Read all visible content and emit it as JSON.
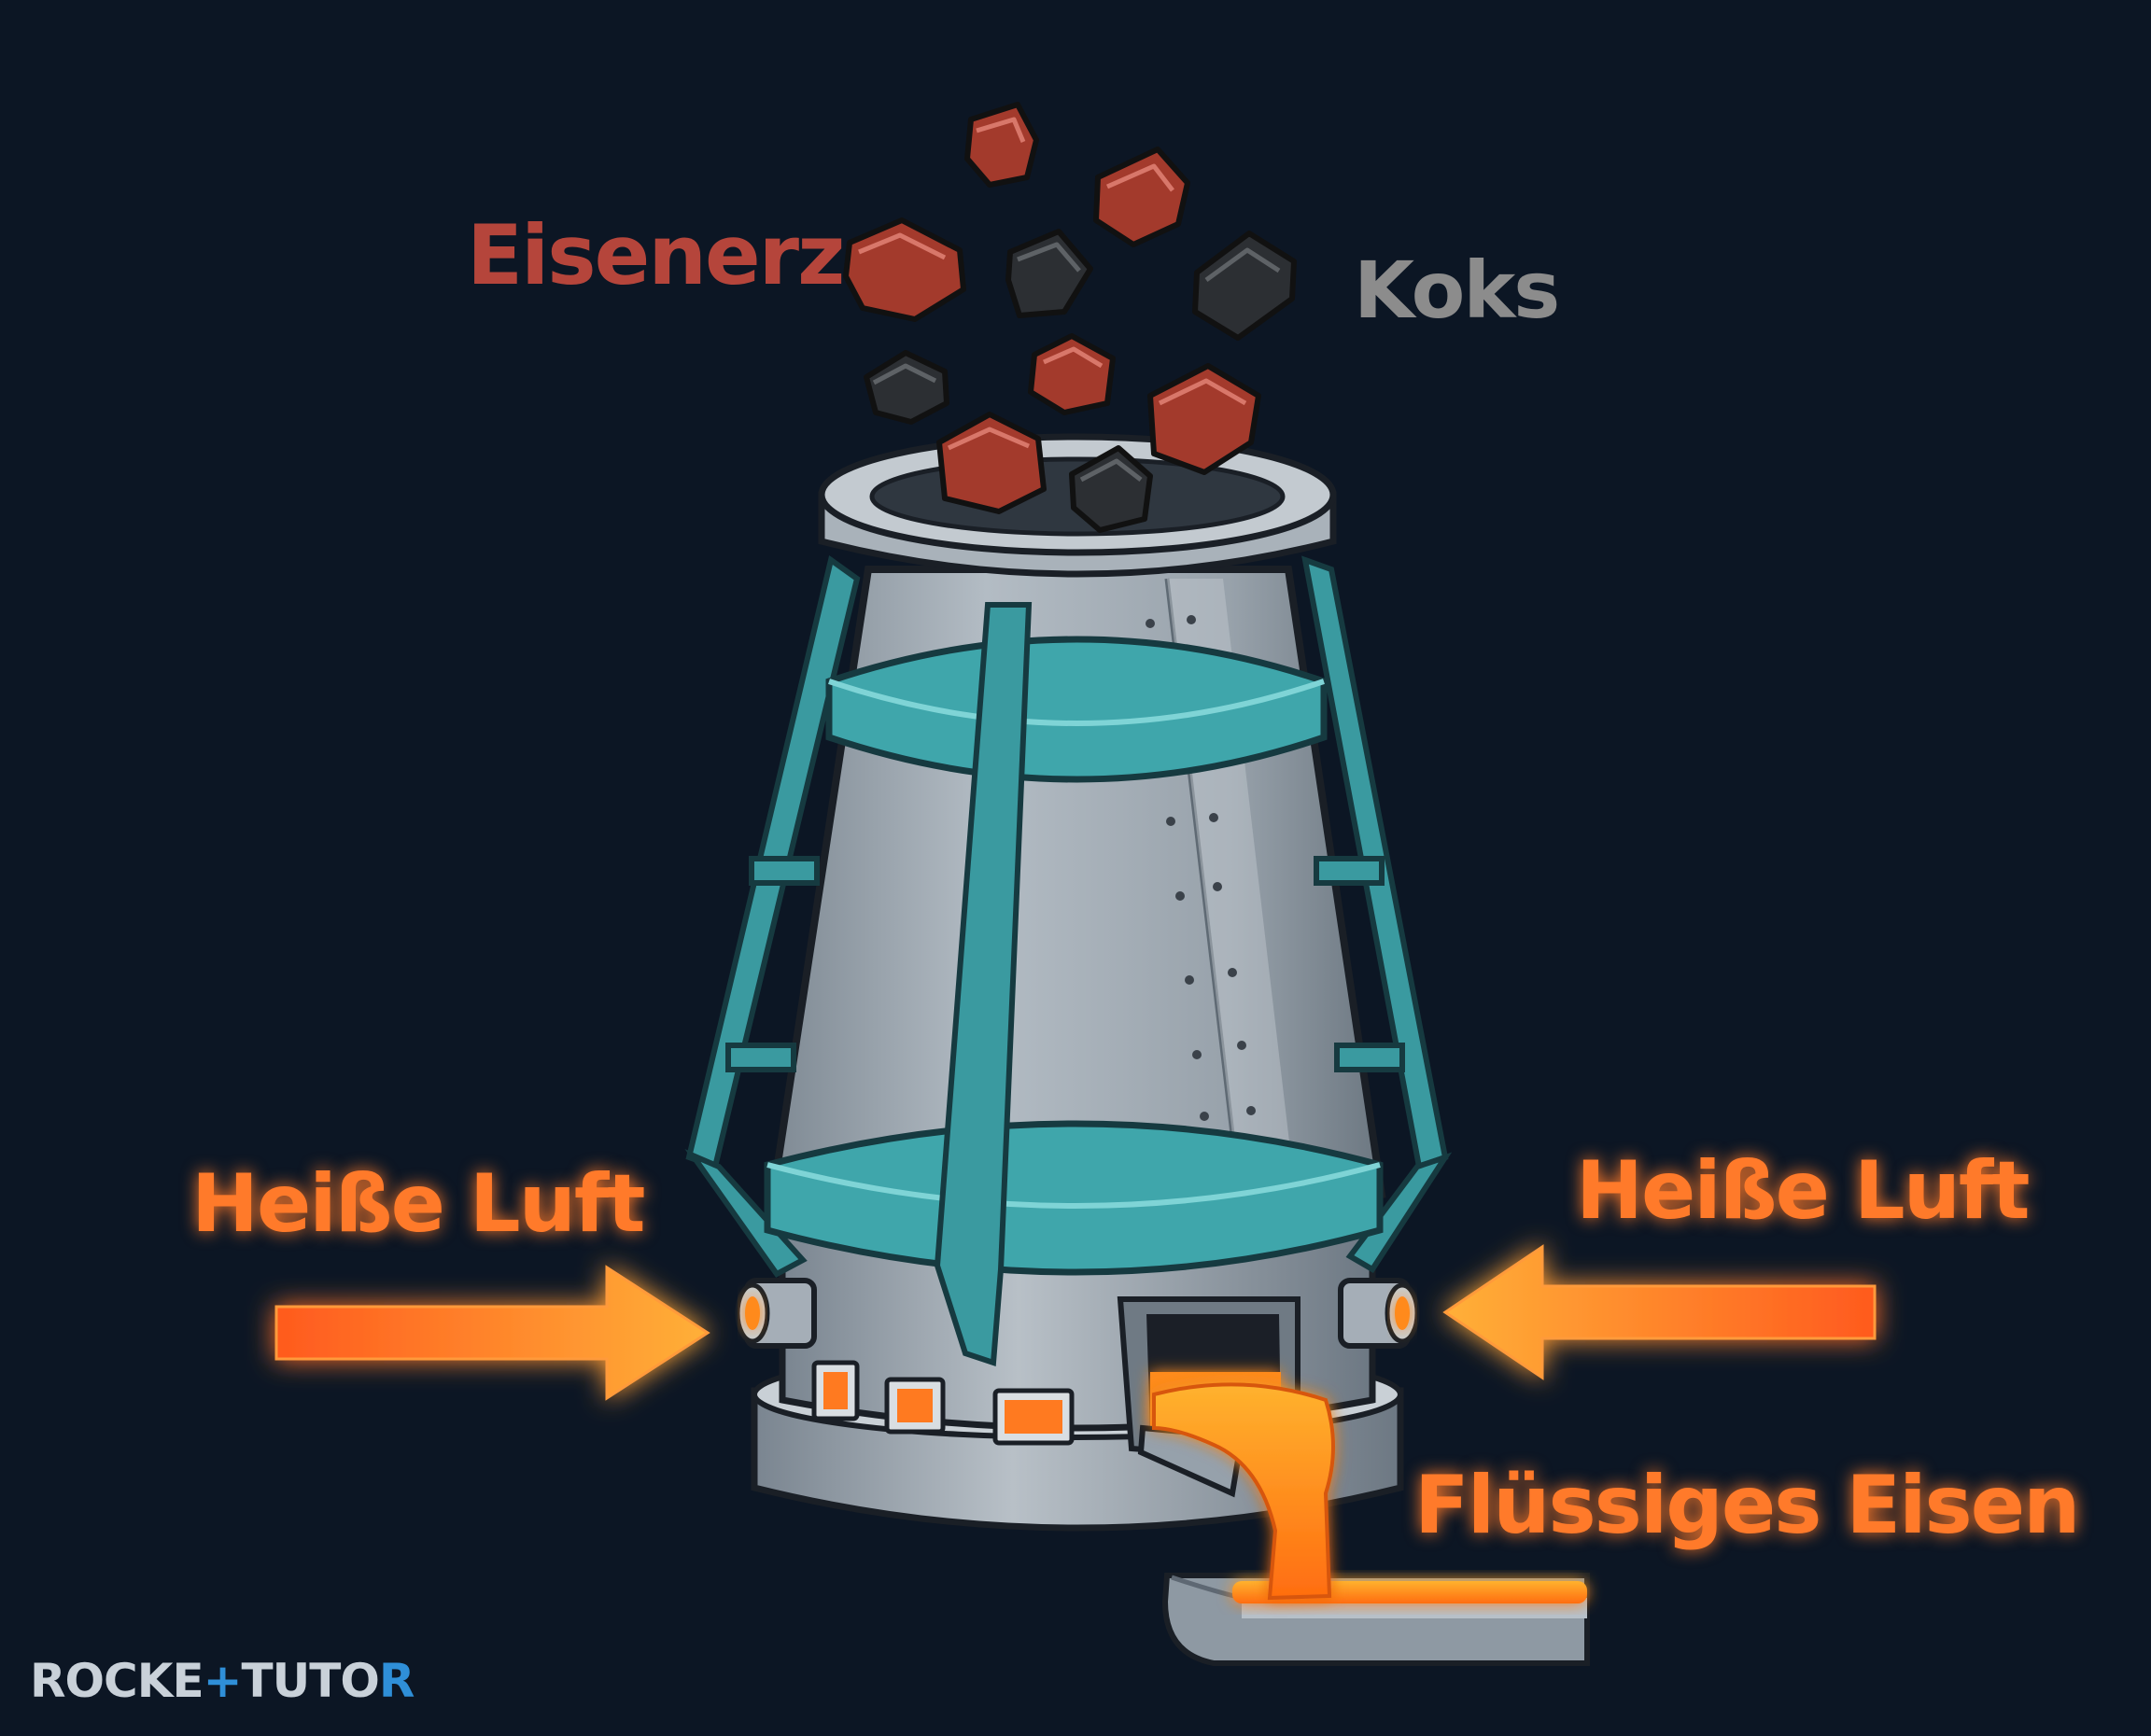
{
  "labels": {
    "ore": "Eisenerz",
    "coke": "Koks",
    "hot_air_left": "Heiße Luft",
    "hot_air_right": "Heiße Luft",
    "liquid_iron": "Flüssiges Eisen"
  },
  "logo": {
    "part1": "ROCKE",
    "plus": "+",
    "part2": "TUTO",
    "part3": "R"
  },
  "colors": {
    "background": "#0c1624",
    "ore_label": "#b5453b",
    "coke_label": "#8c8c8c",
    "hot_air": "#ff7a2a",
    "frame_teal": "#3a9aa0",
    "furnace_grey": "#a3acb4",
    "logo": "#c9d1d9",
    "logo_accent": "#2f8fd8"
  },
  "icons": [
    "ore-chunk-icon",
    "coke-chunk-icon",
    "arrow-right-icon",
    "arrow-left-icon"
  ]
}
